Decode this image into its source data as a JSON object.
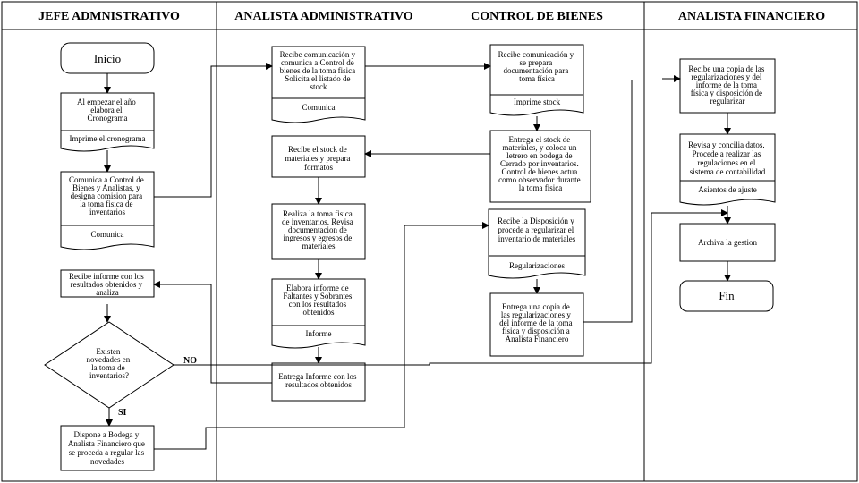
{
  "lanes": [
    {
      "title": "JEFE ADMNISTRATIVO"
    },
    {
      "title": "ANALISTA ADMINISTRATIVO"
    },
    {
      "title": "CONTROL DE BIENES"
    },
    {
      "title": "ANALISTA FINANCIERO"
    }
  ],
  "jefe": {
    "inicio": "Inicio",
    "cronograma_lines": [
      "Al empezar el año",
      "elabora el",
      "Cronograma"
    ],
    "cronograma_doc": "Imprime el cronograma",
    "comunica_lines": [
      "Comunica a Control de",
      "Bienes y Analistas, y",
      "designa comision para",
      "la toma fisica de",
      "inventarios"
    ],
    "comunica_doc": "Comunica",
    "recibe_informe_lines": [
      "Recibe informe con los",
      "resultados obtenidos y",
      "analiza"
    ],
    "decision_lines": [
      "Existen",
      "novedades en",
      "la toma de",
      "inventarios?"
    ],
    "dispone_lines": [
      "Dispone a Bodega y",
      "Analista Financiero que",
      "se proceda a regular las",
      "novedades"
    ],
    "no_label": "NO",
    "si_label": "SI"
  },
  "analista_adm": {
    "recibe_com_lines": [
      "Recibe comunicación y",
      "comunica a Control de",
      "bienes de la toma fisica",
      "Solicita el listado de",
      "stock"
    ],
    "recibe_com_doc": "Comunica",
    "recibe_stock_lines": [
      "Recibe el stock de",
      "materiales y prepara",
      "formatos"
    ],
    "realiza_lines": [
      "Realiza la toma fisica",
      "de inventarios. Revisa",
      "documentacion de",
      "ingresos y egresos de",
      "materiales"
    ],
    "elabora_lines": [
      "Elabora informe de",
      "Faltantes y Sobrantes",
      "con los resultados",
      "obtenidos"
    ],
    "elabora_doc": "Informe",
    "entrega_lines": [
      "Entrega Informe con los",
      "resultados obtenidos"
    ]
  },
  "control": {
    "recibe_com_lines": [
      "Recibe comunicación y",
      "se prepara",
      "documentación para",
      "toma física"
    ],
    "recibe_com_doc": "Imprime stock",
    "entrega_stock_lines": [
      "Entrega el stock de",
      "materiales, y coloca un",
      "letrero en bodega de",
      "Cerrado por inventarios.",
      "Control de bienes actua",
      "como observador durante",
      "la toma fisica"
    ],
    "recibe_disp_lines": [
      "Recibe la Disposición y",
      "procede a regularizar el",
      "inventario de materiales"
    ],
    "recibe_disp_doc": "Regularizaciones",
    "entrega_copia_lines": [
      "Entrega una copia de",
      "las regularizaciones y",
      "del informe de la toma",
      "física y disposición a",
      "Analista Financiero"
    ]
  },
  "financiero": {
    "recibe_copia_lines": [
      "Recibe una copia de las",
      "regularizaciones y del",
      "informe de la toma",
      "física y disposición de",
      "regularizar"
    ],
    "revisa_lines": [
      "Revisa y concilia datos.",
      "Procede a realizar las",
      "regulaciones en el",
      "sistema de contabilidad"
    ],
    "revisa_doc": "Asientos de ajuste",
    "archiva": "Archiva la gestion",
    "fin": "Fin"
  }
}
